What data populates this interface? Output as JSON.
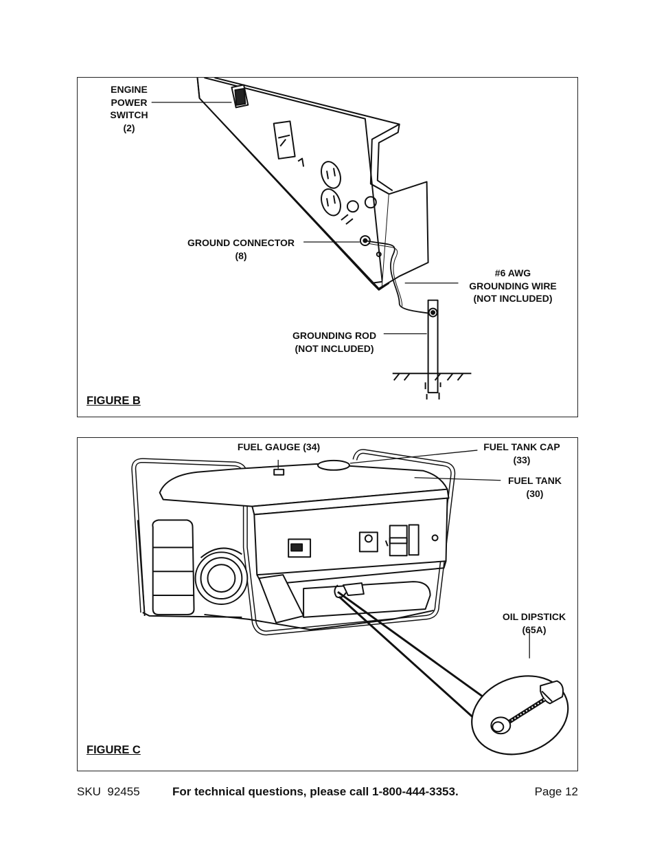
{
  "figure_b": {
    "title": "FIGURE B",
    "callouts": {
      "engine_power_switch": [
        "ENGINE",
        "POWER",
        "SWITCH",
        "(2)"
      ],
      "ground_connector": [
        "GROUND CONNECTOR",
        "(8)"
      ],
      "grounding_wire": [
        "#6 AWG",
        "GROUNDING WIRE",
        "(NOT INCLUDED)"
      ],
      "grounding_rod": [
        "GROUNDING ROD",
        "(NOT INCLUDED)"
      ]
    }
  },
  "figure_c": {
    "title": "FIGURE C",
    "callouts": {
      "fuel_gauge": [
        "FUEL GAUGE (34)"
      ],
      "fuel_tank_cap": [
        "FUEL TANK CAP",
        "(33)"
      ],
      "fuel_tank": [
        "FUEL TANK",
        "(30)"
      ],
      "oil_dipstick": [
        "OIL DIPSTICK",
        "(65A)"
      ]
    }
  },
  "footer": {
    "sku": "SKU  92455",
    "help_text": "For technical questions, please call 1-800-444-3353.",
    "page": "Page 12"
  }
}
